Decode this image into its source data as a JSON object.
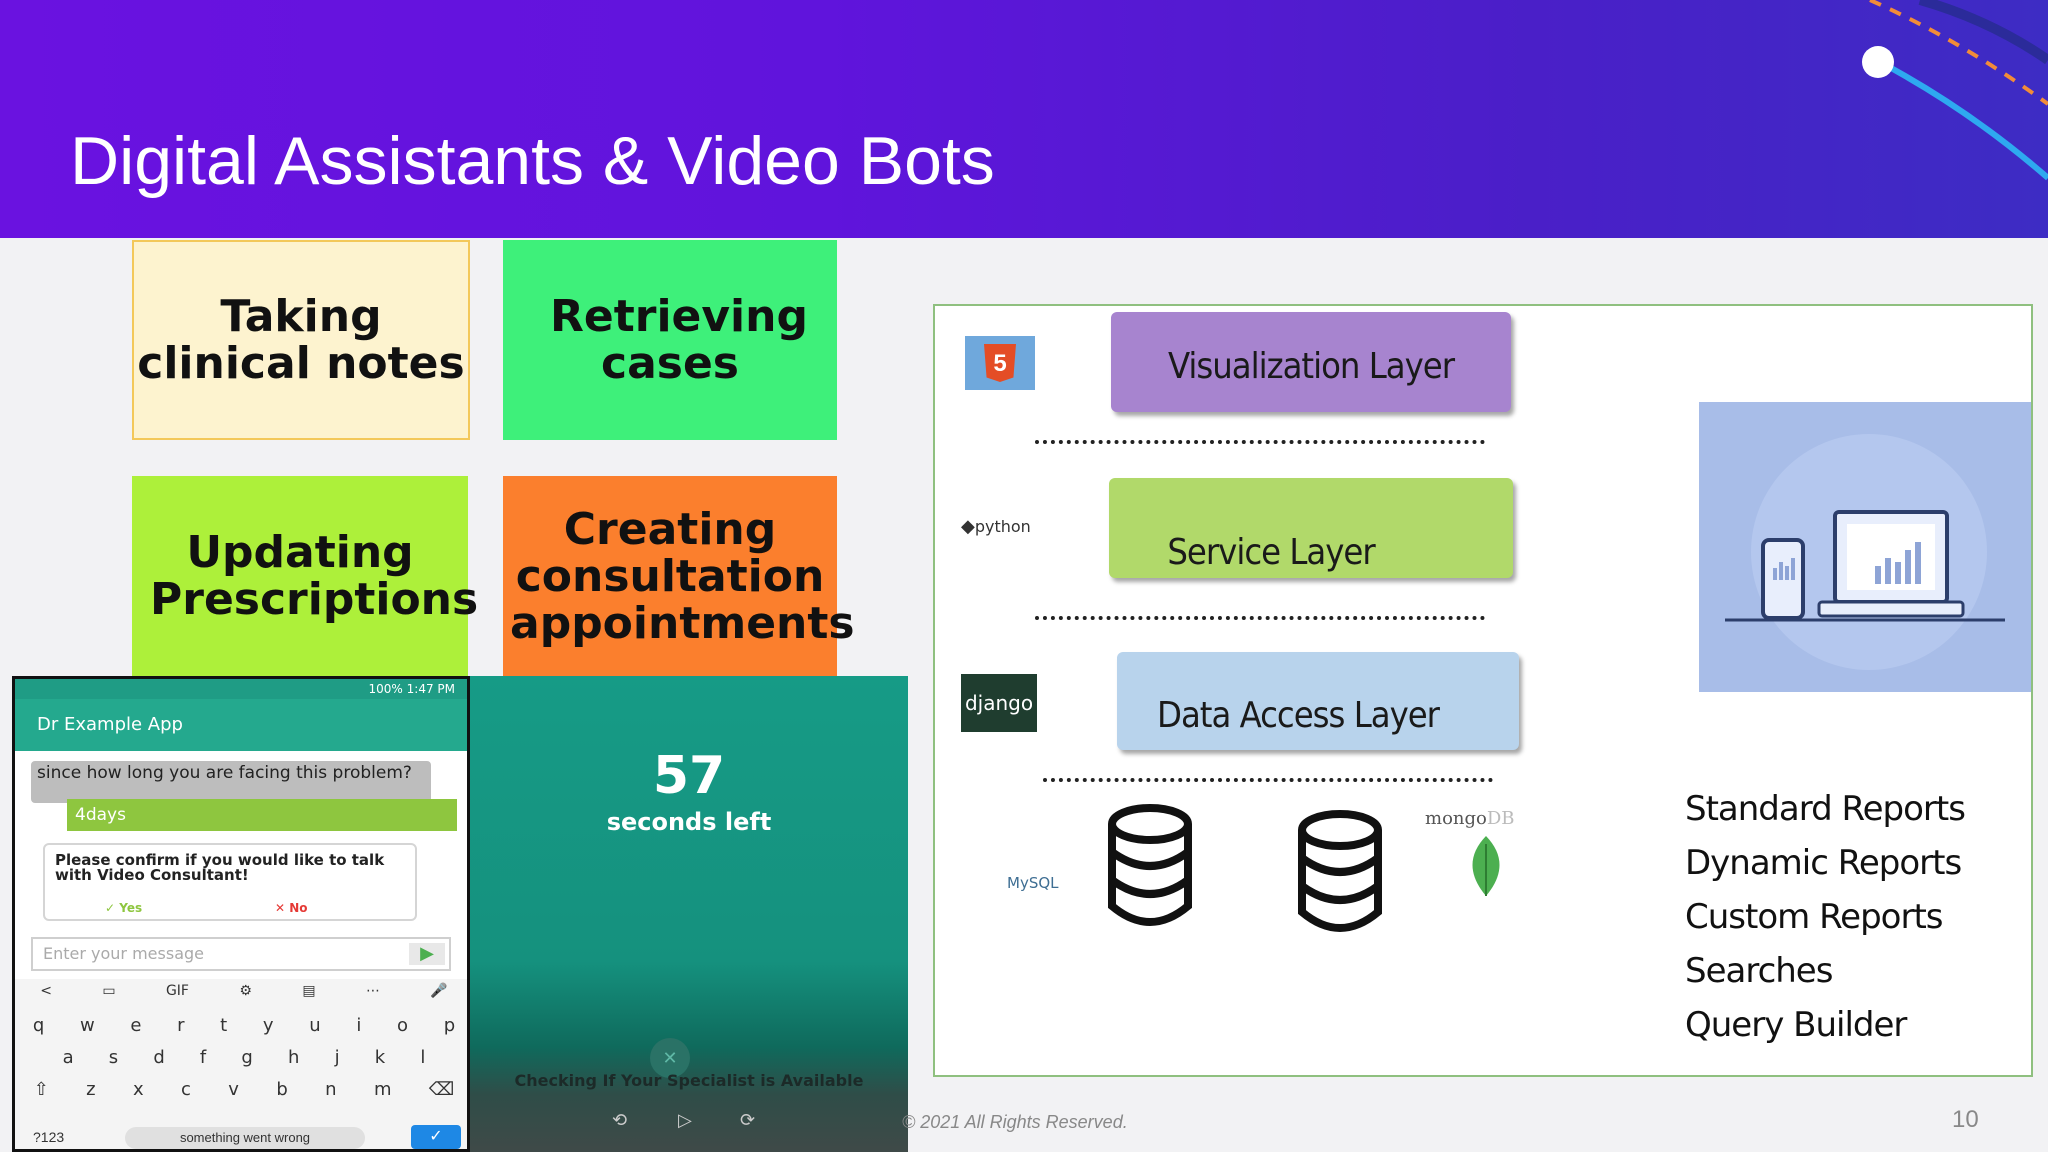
{
  "slide": {
    "title": "Digital Assistants & Video Bots",
    "copyright": "© 2021 All Rights Reserved.",
    "page_number": "10"
  },
  "tiles": [
    {
      "label": "Taking clinical notes",
      "color": "#fdf3cf"
    },
    {
      "label": "Retrieving cases",
      "color": "#3ef07a"
    },
    {
      "label": "Updating Prescriptions",
      "color": "#adf03a"
    },
    {
      "label": "Creating consultation appointments",
      "color": "#fb7f2d"
    }
  ],
  "phone_app": {
    "status_bar": "100%  1:47 PM",
    "app_title": "Dr Example App",
    "bot_message": "since how long you are facing this problem?",
    "user_reply": "4days",
    "confirm_text": "Please confirm if you would like to talk with Video Consultant!",
    "yes_label": "✓  Yes",
    "no_label": "✕  No",
    "input_placeholder": "Enter your message",
    "keyboard_rows": [
      [
        "<",
        "▭",
        "GIF",
        "⚙",
        "▤",
        "⋯",
        "🎤"
      ],
      [
        "q",
        "w",
        "e",
        "r",
        "t",
        "y",
        "u",
        "i",
        "o",
        "p"
      ],
      [
        "a",
        "s",
        "d",
        "f",
        "g",
        "h",
        "j",
        "k",
        "l"
      ],
      [
        "⇧",
        "z",
        "x",
        "c",
        "v",
        "b",
        "n",
        "m",
        "⌫"
      ]
    ],
    "error_toast": "something went wrong",
    "numbers_key": "?123"
  },
  "video_bot": {
    "countdown": "57",
    "countdown_label": "seconds left",
    "checking_text": "Checking If Your Specialist is Available"
  },
  "architecture": {
    "layers": [
      {
        "label": "Visualization Layer",
        "color": "#a784cf"
      },
      {
        "label": "Service Layer",
        "color": "#b1d96a"
      },
      {
        "label": "Data Access Layer",
        "color": "#b8d3ec"
      }
    ],
    "tech_logos": {
      "html5": "5",
      "python": "python",
      "django": "django",
      "mysql": "MySQL",
      "mongodb_mongo": "mongo",
      "mongodb_db": "DB"
    },
    "reports": [
      "Standard Reports",
      "Dynamic Reports",
      "Custom Reports",
      "Searches",
      "Query Builder"
    ]
  },
  "colors": {
    "header_accent": "#6a12e0",
    "panel_border": "#8fc07f"
  }
}
